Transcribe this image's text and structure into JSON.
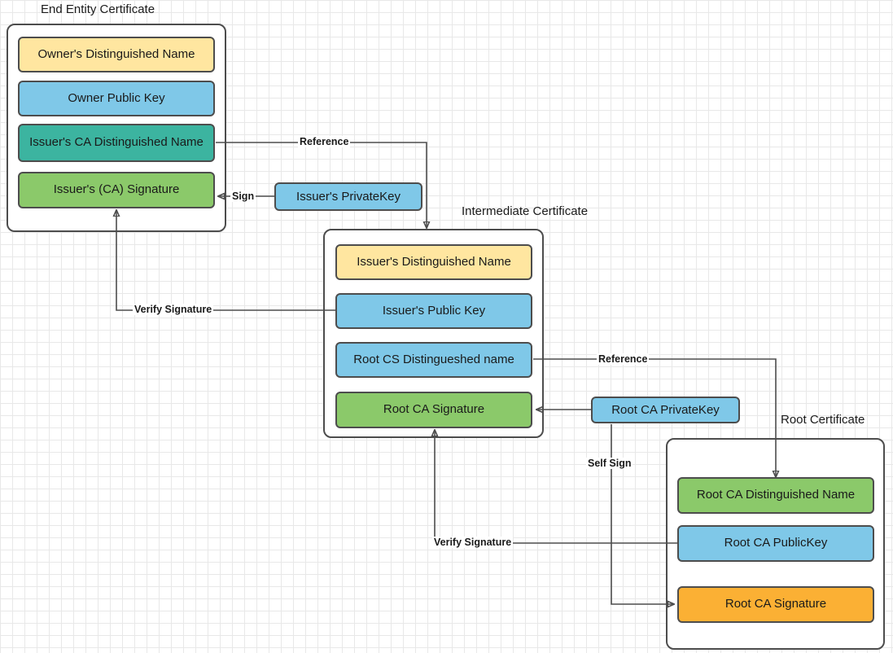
{
  "diagram": {
    "title_texts": {
      "end_entity": "End Entity Certificate",
      "intermediate": "Intermediate Certificate",
      "root": "Root Certificate"
    }
  },
  "end_entity_certificate": {
    "label": "End Entity Certificate",
    "fields": [
      {
        "label": "Owner's Distinguished Name",
        "color": "#ffe6a0"
      },
      {
        "label": "Owner Public  Key",
        "color": "#7fc8e8"
      },
      {
        "label": "Issuer's CA Distinguished Name",
        "color": "#3cb4a0"
      },
      {
        "label": "Issuer's (CA) Signature",
        "color": "#8bc96a"
      }
    ]
  },
  "intermediate_certificate": {
    "label": "Intermediate Certificate",
    "fields": [
      {
        "label": "Issuer's Distinguished Name",
        "color": "#ffe6a0"
      },
      {
        "label": "Issuer's Public  Key",
        "color": "#7fc8e8"
      },
      {
        "label": "Root CS Distingueshed name",
        "color": "#7fc8e8"
      },
      {
        "label": "Root CA Signature",
        "color": "#8bc96a"
      }
    ]
  },
  "root_certificate": {
    "label": "Root Certificate",
    "fields": [
      {
        "label": "Root CA Distinguished Name",
        "color": "#8bc96a"
      },
      {
        "label": "Root CA PublicKey",
        "color": "#7fc8e8"
      },
      {
        "label": "Root CA Signature",
        "color": "#fbb034"
      }
    ]
  },
  "keys": {
    "issuer_private_key": "Issuer's PrivateKey",
    "root_ca_private_key": "Root CA PrivateKey"
  },
  "connectors": [
    {
      "name": "reference-top",
      "label": "Reference"
    },
    {
      "name": "sign-issuer",
      "label": "Sign"
    },
    {
      "name": "verify-signature-upper",
      "label": "Verify Signature"
    },
    {
      "name": "reference-lower",
      "label": "Reference"
    },
    {
      "name": "self-sign",
      "label": "Self Sign"
    },
    {
      "name": "verify-signature-lower",
      "label": "Verify Signature"
    }
  ],
  "palette": {
    "yellow": "#ffe6a0",
    "blue": "#7fc8e8",
    "teal": "#3cb4a0",
    "green": "#8bc96a",
    "orange": "#fbb034",
    "stroke": "#4d4d4d",
    "grid_minor": "#e8e8e8",
    "grid_major": "#d3d3d3"
  }
}
